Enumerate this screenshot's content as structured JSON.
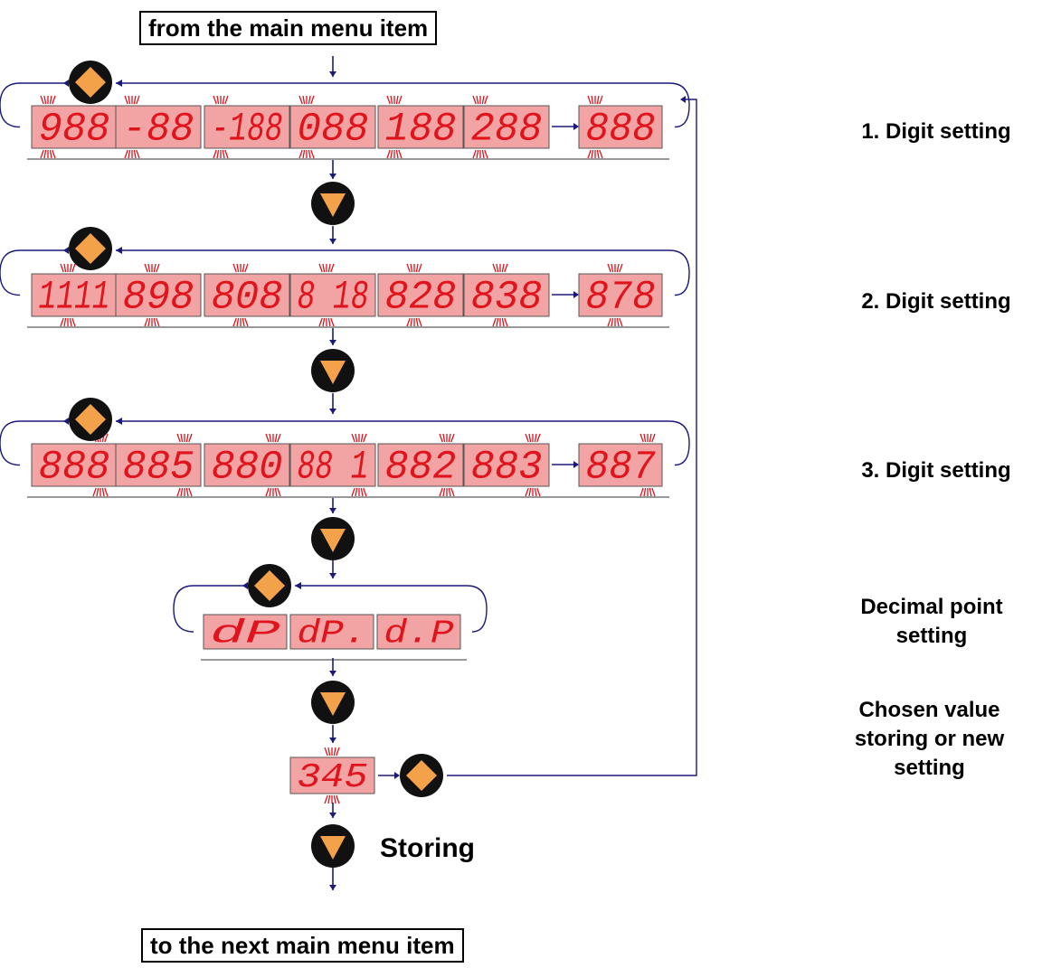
{
  "header_label": "from the main menu item",
  "footer_label": "to the next main menu item",
  "side_labels": {
    "digit1": "1. Digit setting",
    "digit2": "2. Digit setting",
    "digit3": "3. Digit setting",
    "decimal_line1": "Decimal point",
    "decimal_line2": "setting",
    "store_line1": "Chosen value",
    "store_line2": "storing or new",
    "store_line3": "setting"
  },
  "storing_label": "Storing",
  "rows": [
    {
      "displays": [
        "988",
        "-88",
        "-188",
        "088",
        "188",
        "288",
        "888"
      ]
    },
    {
      "displays": [
        "1111",
        "898",
        "808",
        "8 18",
        "828",
        "838",
        "878"
      ]
    },
    {
      "displays": [
        "888",
        "885",
        "880",
        "88 1",
        "882",
        "883",
        "887"
      ]
    }
  ],
  "decimal_displays": [
    "dP",
    "dP.",
    "d.P"
  ],
  "final_display": "345",
  "colors": {
    "display_bg": "#f2a3a3",
    "segment": "#e0141c",
    "arrow": "#1a1a7a",
    "button_bg": "#111111",
    "button_fill": "#f4a24a"
  },
  "icons": {
    "enter": "orange-diamond-button-icon",
    "next": "orange-down-triangle-button-icon",
    "blink": "blink-rays-icon"
  }
}
